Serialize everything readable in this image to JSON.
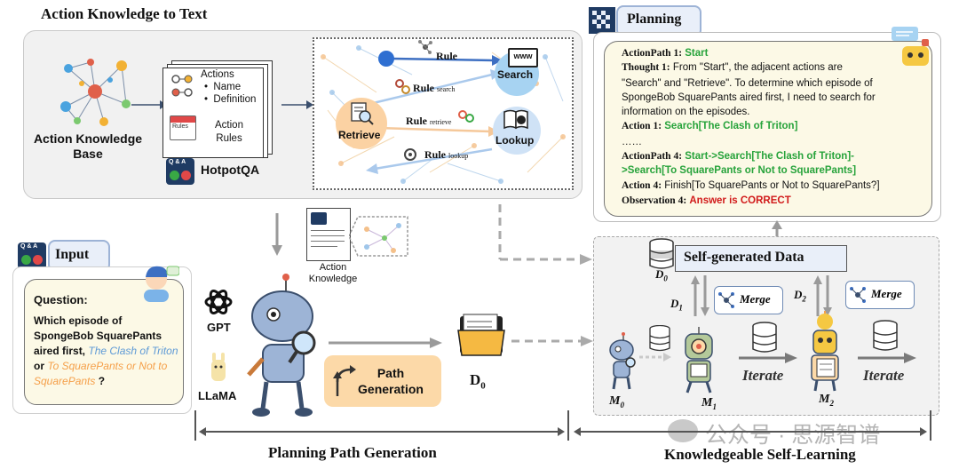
{
  "top": {
    "title": "Action Knowledge to Text",
    "kb_label": "Action Knowledge Base",
    "actions_title": "Actions",
    "actions_items": [
      "Name",
      "Definition"
    ],
    "rules_small": "Rules",
    "rules_label": "Action Rules",
    "hotpot_label": "HotpotQA",
    "qa_icon_text": "Q & A"
  },
  "graph": {
    "rule": "Rule",
    "rule_search": "Rule",
    "rule_search_sub": "search",
    "rule_retrieve": "Rule",
    "rule_retrieve_sub": "retrieve",
    "rule_lookup": "Rule",
    "rule_lookup_sub": "lookup",
    "search": "Search",
    "retrieve": "Retrieve",
    "lookup": "Lookup",
    "www": "www"
  },
  "middle": {
    "action_knowledge": "Action Knowledge",
    "gpt": "GPT",
    "llama": "LLaMA",
    "path_generation": "Path Generation",
    "d0": "D",
    "d0_sub": "0"
  },
  "input": {
    "title": "Input",
    "question_label": "Question:",
    "q_part1": "Which episode of SpongeBob SquarePants aired first,",
    "q_opt1": "The Clash of Triton",
    "q_or": "or",
    "q_opt2": "To SquarePants or Not to SquarePants",
    "q_end": "?"
  },
  "planning": {
    "title": "Planning",
    "lines": [
      {
        "k": "ActionPath 1:",
        "v": "Start",
        "style": "green"
      },
      {
        "k": "Thought 1:",
        "v": "From \"Start\", the adjacent actions are",
        "style": "plain"
      },
      {
        "k": "",
        "v": "\"Search\" and \"Retrieve\". To determine which episode of",
        "style": "plain"
      },
      {
        "k": "",
        "v": "SpongeBob SquarePants aired first, I need to search for",
        "style": "plain"
      },
      {
        "k": "",
        "v": "information on the episodes.",
        "style": "plain"
      },
      {
        "k": "Action 1:",
        "v": "Search[The Clash of Triton]",
        "style": "green"
      },
      {
        "k": "",
        "v": "……",
        "style": "plain"
      },
      {
        "k": "ActionPath 4:",
        "v": "Start->Search[The Clash of Triton]-",
        "style": "green"
      },
      {
        "k": "",
        "v": ">Search[To SquarePants or Not to SquarePants]",
        "style": "green"
      },
      {
        "k": "Action 4:",
        "v": "Finish[To SquarePants or Not to SquarePants?]",
        "style": "plain"
      },
      {
        "k": "Observation 4:",
        "v": "Answer is CORRECT",
        "style": "red"
      }
    ]
  },
  "self_learning": {
    "self_generated": "Self-generated Data",
    "d0": "D",
    "d0_sub": "0",
    "d1": "D",
    "d1_sub": "1",
    "d2": "D",
    "d2_sub": "2",
    "merge": "Merge",
    "iterate": "Iterate",
    "m0": "M",
    "m0_sub": "0",
    "m1": "M",
    "m1_sub": "1",
    "m2": "M",
    "m2_sub": "2"
  },
  "bottom": {
    "left_label": "Planning Path Generation",
    "right_label": "Knowledgeable Self-Learning"
  },
  "watermark": "公众号 · 思源智谱",
  "colors": {
    "green": "#27a33b",
    "red": "#d11a1a",
    "orange_box": "#fcd9a8",
    "blue_node": "#a7d3f2",
    "retrieve_node": "#fbd2a3",
    "panel_gray": "#f2f2f2",
    "plan_bg": "#fcf9e6",
    "q_orange": "#f5a04a",
    "q_blue": "#5e9ad6"
  }
}
